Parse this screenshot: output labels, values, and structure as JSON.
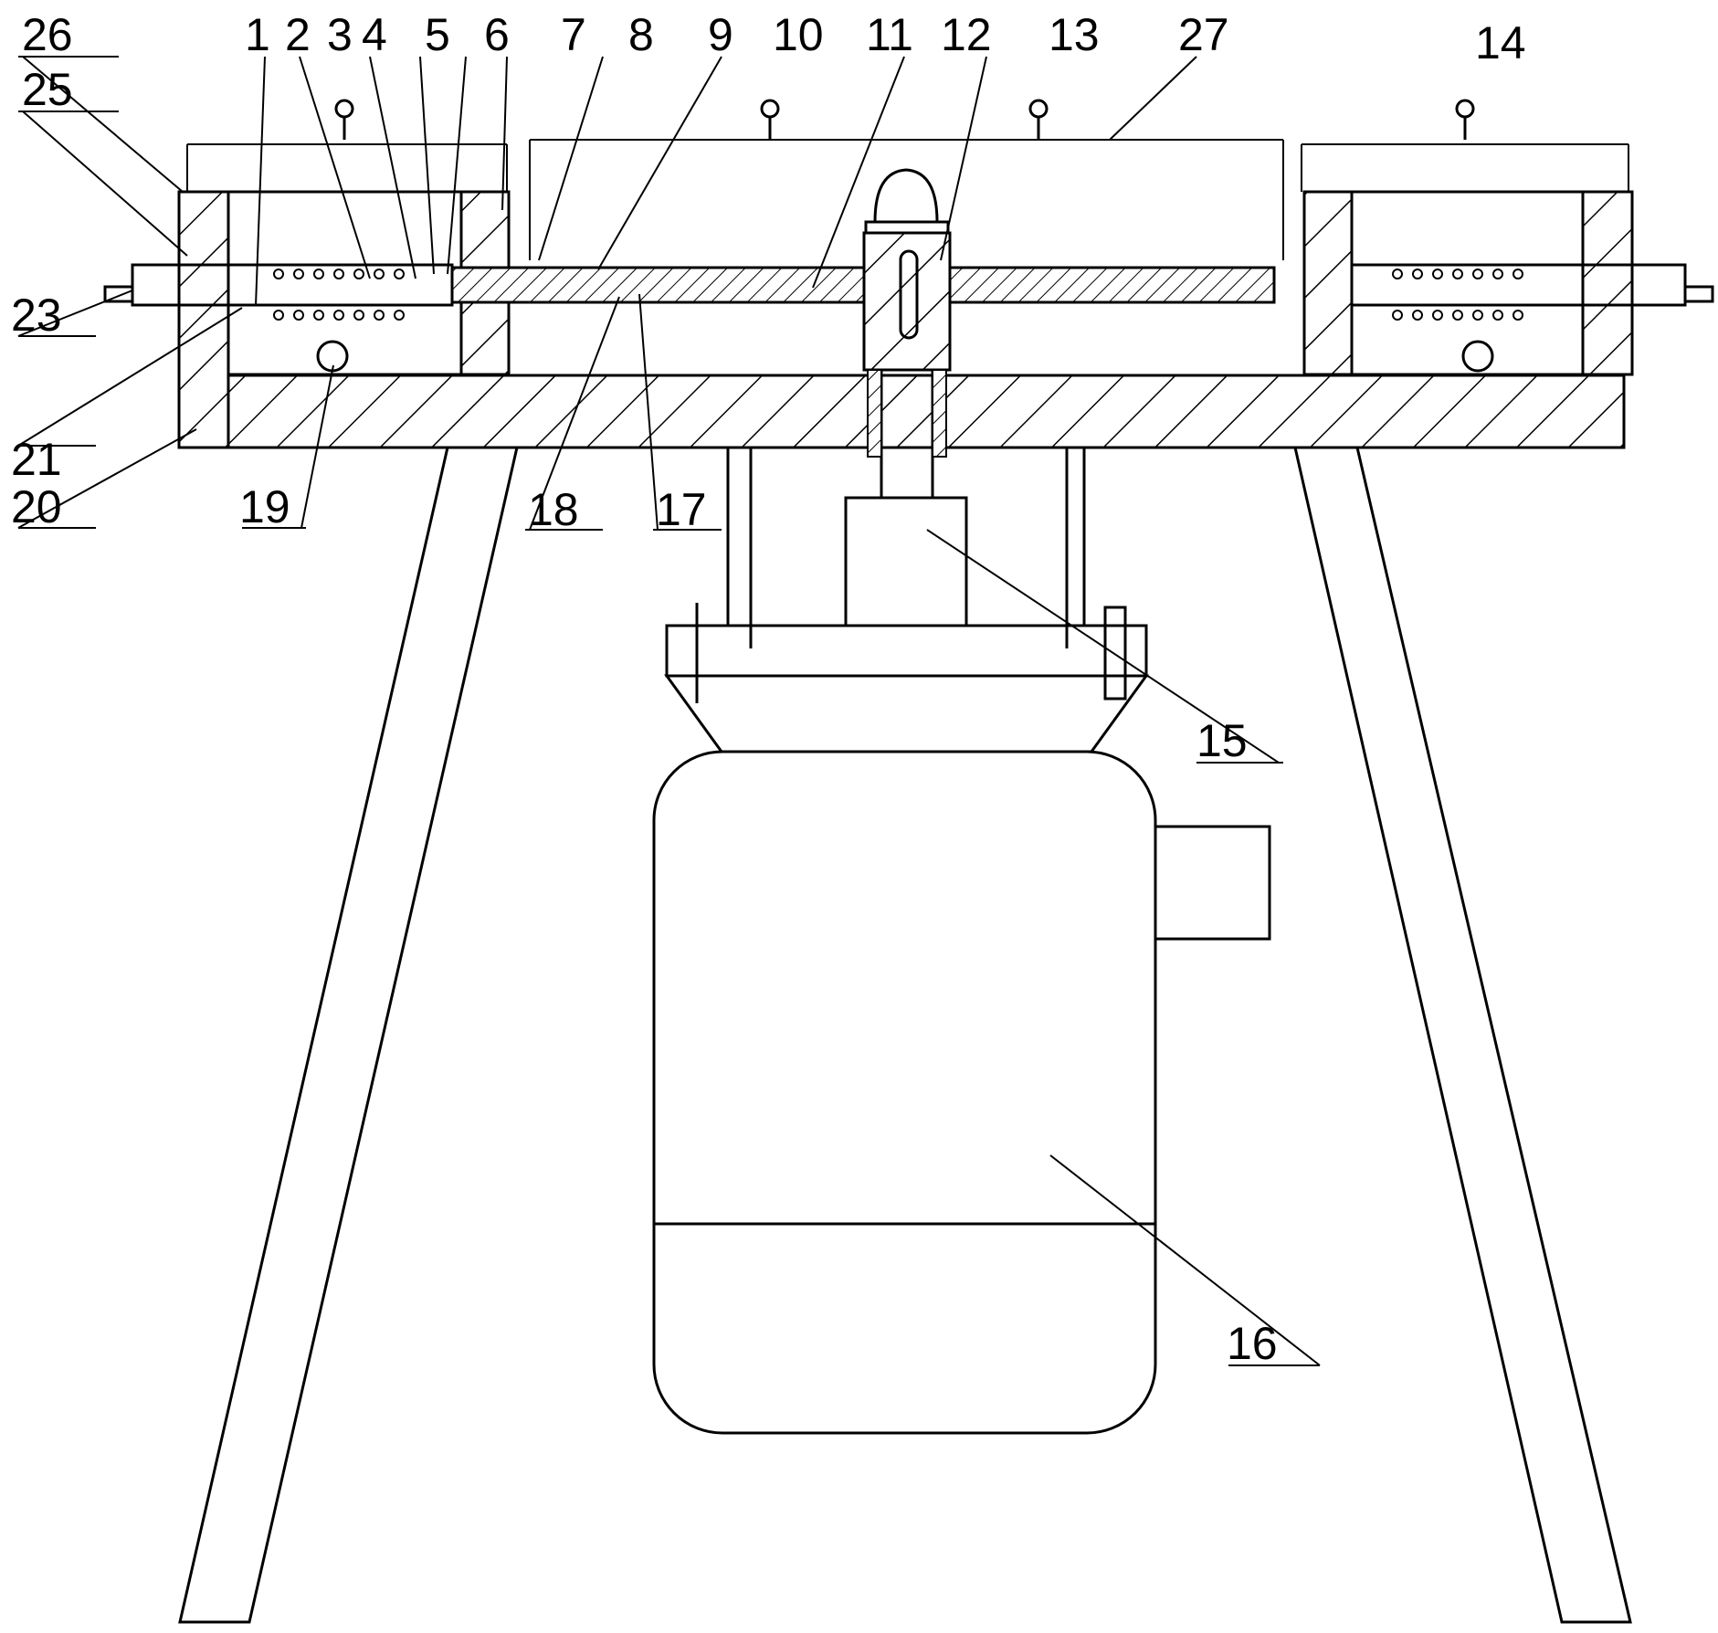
{
  "figure": {
    "callouts": [
      {
        "id": "26",
        "text": "26"
      },
      {
        "id": "25",
        "text": "25"
      },
      {
        "id": "1",
        "text": "1"
      },
      {
        "id": "2",
        "text": "2"
      },
      {
        "id": "3",
        "text": "3"
      },
      {
        "id": "4",
        "text": "4"
      },
      {
        "id": "5",
        "text": "5"
      },
      {
        "id": "6",
        "text": "6"
      },
      {
        "id": "7",
        "text": "7"
      },
      {
        "id": "8",
        "text": "8"
      },
      {
        "id": "9",
        "text": "9"
      },
      {
        "id": "10",
        "text": "10"
      },
      {
        "id": "11",
        "text": "11"
      },
      {
        "id": "12",
        "text": "12"
      },
      {
        "id": "13",
        "text": "13"
      },
      {
        "id": "27",
        "text": "27"
      },
      {
        "id": "14",
        "text": "14"
      },
      {
        "id": "23",
        "text": "23"
      },
      {
        "id": "21",
        "text": "21"
      },
      {
        "id": "20",
        "text": "20"
      },
      {
        "id": "19",
        "text": "19"
      },
      {
        "id": "18",
        "text": "18"
      },
      {
        "id": "17",
        "text": "17"
      },
      {
        "id": "15",
        "text": "15"
      },
      {
        "id": "16",
        "text": "16"
      }
    ]
  }
}
